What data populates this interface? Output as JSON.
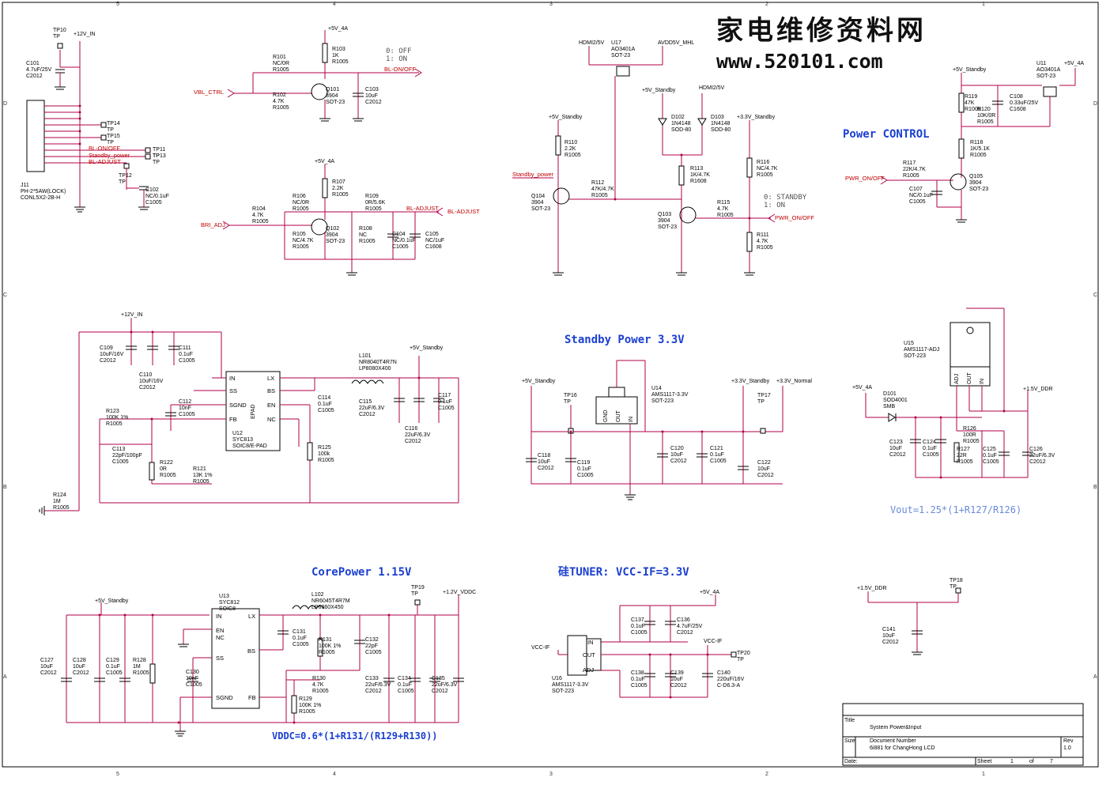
{
  "watermark": {
    "line1": "家电维修资料网",
    "line2": "www.520101.com"
  },
  "frame": {
    "cols": [
      "5",
      "4",
      "3",
      "2",
      "1"
    ],
    "rows": [
      "D",
      "C",
      "B",
      "A"
    ]
  },
  "sections": {
    "power_control": "Power CONTROL",
    "standby_power": "Standby Power 3.3V",
    "core_power": "CorePower 1.15V",
    "tuner": "硅TUNER: VCC-IF=3.3V"
  },
  "formulas": {
    "ddr": "Vout=1.25*(1+R127/R126)",
    "vddc": "VDDC=0.6*(1+R131/(R129+R130))"
  },
  "notes": {
    "bl_note1": "0: OFF",
    "bl_note2": "1: ON",
    "stb_note1": "0: STANDBY",
    "stb_note2": "1: ON"
  },
  "signals": {
    "vbl_ctrl": "VBL_CTRL",
    "bl_on_off": "BL-ON/OFF",
    "bri_adj": "BRI_ADJ",
    "bl_adjust": "BL-ADJUST",
    "bl_adjust2": "BL-ADJUST",
    "standby_power": "Standby_power",
    "standby_power2": "Standby_power",
    "pwr_on_off": "PWR_ON/OFF",
    "pwr_on_off2": "PWR_ON/OFF",
    "bl_on_off_j": "BL-ON/OFF",
    "bl_adjust_j": "BL-ADJUST"
  },
  "rails": {
    "v12_in": "+12V_IN",
    "v12_in2": "+12V_IN",
    "v5_4a": "+5V_4A",
    "v5_4a2": "+5V_4A",
    "v5_4a3": "+5V_4A",
    "v5_4a4": "+5V_4A",
    "hdmi2_5v": "HDMI2/5V",
    "avdd5v_mhl": "AVDD5V_MHL",
    "v5_standby": "+5V_Standby",
    "hdmi2_5v2": "HDMI2/5V",
    "v5_standby2": "+5V_Standby",
    "v33_standby": "+3.3V_Standby",
    "v5_standby3": "+5V_Standby",
    "v5_standby4": "+5V_Standby",
    "v5_standby5": "+5V_Standby",
    "v33_standby2": "+3.3V_Standby",
    "v33_normal": "+3.3V_Normal",
    "v15_ddr": "+1.5V_DDR",
    "v15_ddr2": "+1.5V_DDR",
    "v12_vddc": "+1.2V_VDDC",
    "vcc_if": "VCC-IF",
    "vcc_if2": "VCC-IF",
    "v5_standby6": "+5V_Standby"
  },
  "components": [
    {
      "ref": "TP10",
      "l2": "TP"
    },
    {
      "ref": "C101",
      "l2": "4.7uF/25V",
      "l3": "C2012"
    },
    {
      "ref": "J11",
      "l2": "PH-2*5AW(LOCK)",
      "l3": "CONL5X2-2B-H"
    },
    {
      "ref": "TP14",
      "l2": "TP"
    },
    {
      "ref": "TP15",
      "l2": "TP"
    },
    {
      "ref": "TP11",
      "l2": "TP"
    },
    {
      "ref": "TP13",
      "l2": "TP"
    },
    {
      "ref": "TP12",
      "l2": "TP"
    },
    {
      "ref": "C102",
      "l2": "NC/0.1uF",
      "l3": "C1005"
    },
    {
      "ref": "R101",
      "l2": "NC/0R",
      "l3": "R1005"
    },
    {
      "ref": "R102",
      "l2": "4.7K",
      "l3": "R1005"
    },
    {
      "ref": "R103",
      "l2": "1K",
      "l3": "R1005"
    },
    {
      "ref": "Q101",
      "l2": "3904",
      "l3": "SOT-23"
    },
    {
      "ref": "C103",
      "l2": "10uF",
      "l3": "C2012"
    },
    {
      "ref": "R104",
      "l2": "4.7K",
      "l3": "R1005"
    },
    {
      "ref": "R106",
      "l2": "NC/0R",
      "l3": "R1005"
    },
    {
      "ref": "R105",
      "l2": "NC/4.7K",
      "l3": "R1005"
    },
    {
      "ref": "R107",
      "l2": "2.2K",
      "l3": "R1005"
    },
    {
      "ref": "Q102",
      "l2": "3904",
      "l3": "SOT-23"
    },
    {
      "ref": "R108",
      "l2": "NC",
      "l3": "R1005"
    },
    {
      "ref": "R109",
      "l2": "0R/5.6K",
      "l3": "R1005"
    },
    {
      "ref": "C104",
      "l2": "NC/0.1uF",
      "l3": "C1005"
    },
    {
      "ref": "C105",
      "l2": "NC/1uF",
      "l3": "C1608"
    },
    {
      "ref": "U17",
      "l2": "AO3401A",
      "l3": "SOT-23"
    },
    {
      "ref": "R110",
      "l2": "2.2K",
      "l3": "R1005"
    },
    {
      "ref": "Q104",
      "l2": "3904",
      "l3": "SOT-23"
    },
    {
      "ref": "R112",
      "l2": "47K/4.7K",
      "l3": "R1005"
    },
    {
      "ref": "D102",
      "l2": "1N4148",
      "l3": "SOD-80"
    },
    {
      "ref": "D103",
      "l2": "1N4148",
      "l3": "SOD-80"
    },
    {
      "ref": "R113",
      "l2": "1K/4.7K",
      "l3": "R1608"
    },
    {
      "ref": "Q103",
      "l2": "3904",
      "l3": "SOT-23"
    },
    {
      "ref": "R115",
      "l2": "4.7K",
      "l3": "R1005"
    },
    {
      "ref": "R116",
      "l2": "NC/4.7K",
      "l3": "R1005"
    },
    {
      "ref": "R111",
      "l2": "4.7K",
      "l3": "R1005"
    },
    {
      "ref": "U11",
      "l2": "AO3401A",
      "l3": "SOT-23"
    },
    {
      "ref": "R119",
      "l2": "47K",
      "l3": "R1005"
    },
    {
      "ref": "R120",
      "l2": "10K/0R",
      "l3": "R1005"
    },
    {
      "ref": "C108",
      "l2": "0.33uF/25V",
      "l3": "C1608"
    },
    {
      "ref": "R118",
      "l2": "1K/5.1K",
      "l3": "R1005"
    },
    {
      "ref": "R117",
      "l2": "22K/4.7K",
      "l3": "R1005"
    },
    {
      "ref": "C107",
      "l2": "NC/0.1uF",
      "l3": "C1005"
    },
    {
      "ref": "Q105",
      "l2": "3904",
      "l3": "SOT-23"
    },
    {
      "ref": "C109",
      "l2": "10uF/16V",
      "l3": "C2012"
    },
    {
      "ref": "C111",
      "l2": "0.1uF",
      "l3": "C1005"
    },
    {
      "ref": "C110",
      "l2": "10uF/16V",
      "l3": "C2012"
    },
    {
      "ref": "C112",
      "l2": "10nF",
      "l3": "C1005"
    },
    {
      "ref": "R123",
      "l2": "100K 1%",
      "l3": "R1005"
    },
    {
      "ref": "C113",
      "l2": "22pF/100pF",
      "l3": "C1005"
    },
    {
      "ref": "R122",
      "l2": "0R",
      "l3": "R1005"
    },
    {
      "ref": "R121",
      "l2": "13K 1%",
      "l3": "R1005"
    },
    {
      "ref": "U12",
      "l2": "SYC813",
      "l3": "SOIC8/E-PAD"
    },
    {
      "ref": "C114",
      "l2": "0.1uF",
      "l3": "C1005"
    },
    {
      "ref": "L101",
      "l2": "NR8040T4R7N",
      "l3": "LP8080X400"
    },
    {
      "ref": "C115",
      "l2": "22uF/6.3V",
      "l3": "C2012"
    },
    {
      "ref": "C116",
      "l2": "22uF/6.3V",
      "l3": "C2012"
    },
    {
      "ref": "C117",
      "l2": "0.1uF",
      "l3": "C1005"
    },
    {
      "ref": "R125",
      "l2": "100k",
      "l3": "R1005"
    },
    {
      "ref": "R124",
      "l2": "1M",
      "l3": "R1005"
    },
    {
      "ref": "TP16",
      "l2": "TP"
    },
    {
      "ref": "C118",
      "l2": "10uF",
      "l3": "C2012"
    },
    {
      "ref": "C119",
      "l2": "0.1uF",
      "l3": "C1005"
    },
    {
      "ref": "U14",
      "l2": "AMS1117-3.3V",
      "l3": "SOT-223"
    },
    {
      "ref": "C120",
      "l2": "10uF",
      "l3": "C2012"
    },
    {
      "ref": "C121",
      "l2": "0.1uF",
      "l3": "C1005"
    },
    {
      "ref": "TP17",
      "l2": "TP"
    },
    {
      "ref": "C122",
      "l2": "10uF",
      "l3": "C2012"
    },
    {
      "ref": "U15",
      "l2": "AMS1117-ADJ",
      "l3": "SOT-223"
    },
    {
      "ref": "D101",
      "l2": "SOD4001",
      "l3": "SMB"
    },
    {
      "ref": "C123",
      "l2": "10uF",
      "l3": "C2012"
    },
    {
      "ref": "C124",
      "l2": "0.1uF",
      "l3": "C1005"
    },
    {
      "ref": "R126",
      "l2": "100R",
      "l3": "R1005"
    },
    {
      "ref": "R127",
      "l2": "22R",
      "l3": "R1005"
    },
    {
      "ref": "C125",
      "l2": "0.1uF",
      "l3": "C1005"
    },
    {
      "ref": "C126",
      "l2": "22uF/6.3V",
      "l3": "C2012"
    },
    {
      "ref": "C127",
      "l2": "10uF",
      "l3": "C2012"
    },
    {
      "ref": "C128",
      "l2": "10uF",
      "l3": "C2012"
    },
    {
      "ref": "C129",
      "l2": "0.1uF",
      "l3": "C1005"
    },
    {
      "ref": "R128",
      "l2": "1M",
      "l3": "R1005"
    },
    {
      "ref": "U13",
      "l2": "SYC812",
      "l3": "SOIC8"
    },
    {
      "ref": "C130",
      "l2": "10nF",
      "l3": "C1005"
    },
    {
      "ref": "L102",
      "l2": "NR6045T4R7M",
      "l3": "LP6060X450"
    },
    {
      "ref": "C131",
      "l2": "0.1uF",
      "l3": "C1005"
    },
    {
      "ref": "R131",
      "l2": "100K 1%",
      "l3": "R1005"
    },
    {
      "ref": "C132",
      "l2": "22pF",
      "l3": "C1005"
    },
    {
      "ref": "R130",
      "l2": "4.7K",
      "l3": "R1005"
    },
    {
      "ref": "R129",
      "l2": "100K 1%",
      "l3": "R1005"
    },
    {
      "ref": "C133",
      "l2": "22uF/6.3V",
      "l3": "C2012"
    },
    {
      "ref": "C134",
      "l2": "0.1uF",
      "l3": "C1005"
    },
    {
      "ref": "C135",
      "l2": "22uF/6.3V",
      "l3": "C2012"
    },
    {
      "ref": "TP19",
      "l2": "TP"
    },
    {
      "ref": "C137",
      "l2": "0.1uF",
      "l3": "C1005"
    },
    {
      "ref": "C136",
      "l2": "4.7uF/25V",
      "l3": "C2012"
    },
    {
      "ref": "U16",
      "l2": "AMS1117-3.3V",
      "l3": "SOT-223"
    },
    {
      "ref": "C138",
      "l2": "0.1uF",
      "l3": "C1005"
    },
    {
      "ref": "C139",
      "l2": "10uF",
      "l3": "C2012"
    },
    {
      "ref": "C140",
      "l2": "220uF/16V",
      "l3": "C-D6.3-A"
    },
    {
      "ref": "TP20",
      "l2": "TP"
    },
    {
      "ref": "TP18",
      "l2": "TP"
    },
    {
      "ref": "C141",
      "l2": "10uF",
      "l3": "C2012"
    }
  ],
  "pins": {
    "u12": [
      "IN",
      "SS",
      "SGND",
      "FB",
      "LX",
      "BS",
      "EN",
      "NC",
      "EPAD"
    ],
    "u13": [
      "IN",
      "EN",
      "NC",
      "SS",
      "SGND",
      "LX",
      "BS",
      "FB"
    ],
    "u14": [
      "GND",
      "OUT",
      "IN"
    ],
    "u15": [
      "ADJ",
      "OUT",
      "IN"
    ],
    "u16": [
      "IN",
      "OUT",
      "ADJ"
    ]
  },
  "title_block": {
    "title_label": "Title",
    "title": "System Power&Input",
    "size_label": "Size",
    "docnum_label": "Document Number",
    "docnum": "6i881 for ChangHong LCD",
    "rev_label": "Rev",
    "rev": "1.0",
    "date_label": "Date:",
    "sheet_label": "Sheet",
    "sheet": "1",
    "of_label": "of",
    "of": "7"
  }
}
